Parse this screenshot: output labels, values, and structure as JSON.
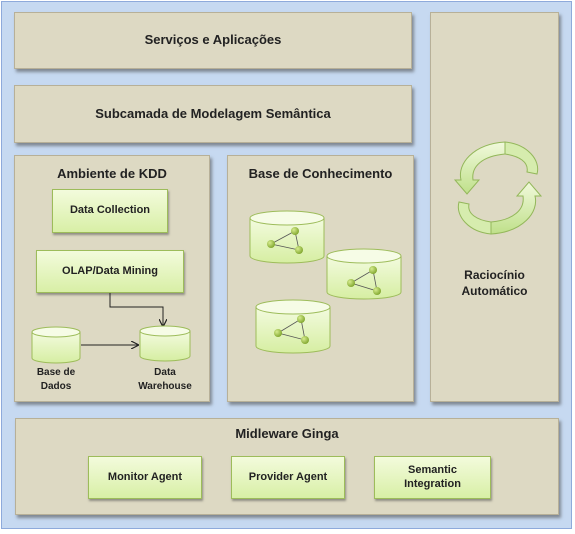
{
  "layers": {
    "services": "Serviços e Aplicações",
    "semantic_modeling": "Subcamada de Modelagem Semântica"
  },
  "kdd": {
    "title": "Ambiente de KDD",
    "data_collection": "Data Collection",
    "olap": "OLAP/Data Mining",
    "database_label_line1": "Base de",
    "database_label_line2": "Dados",
    "warehouse_label_line1": "Data",
    "warehouse_label_line2": "Warehouse"
  },
  "knowledge_base": {
    "title": "Base de Conhecimento"
  },
  "reasoning": {
    "line1": "Raciocínio",
    "line2": "Automático"
  },
  "middleware": {
    "title": "Midleware Ginga",
    "monitor_agent": "Monitor Agent",
    "provider_agent": "Provider Agent",
    "semantic_integration_line1": "Semantic",
    "semantic_integration_line2": "Integration"
  },
  "colors": {
    "frame": "#c6d9f1",
    "box": "#ddd9c3",
    "green_fill": "#e5f5c2",
    "node": "#8db33a"
  }
}
